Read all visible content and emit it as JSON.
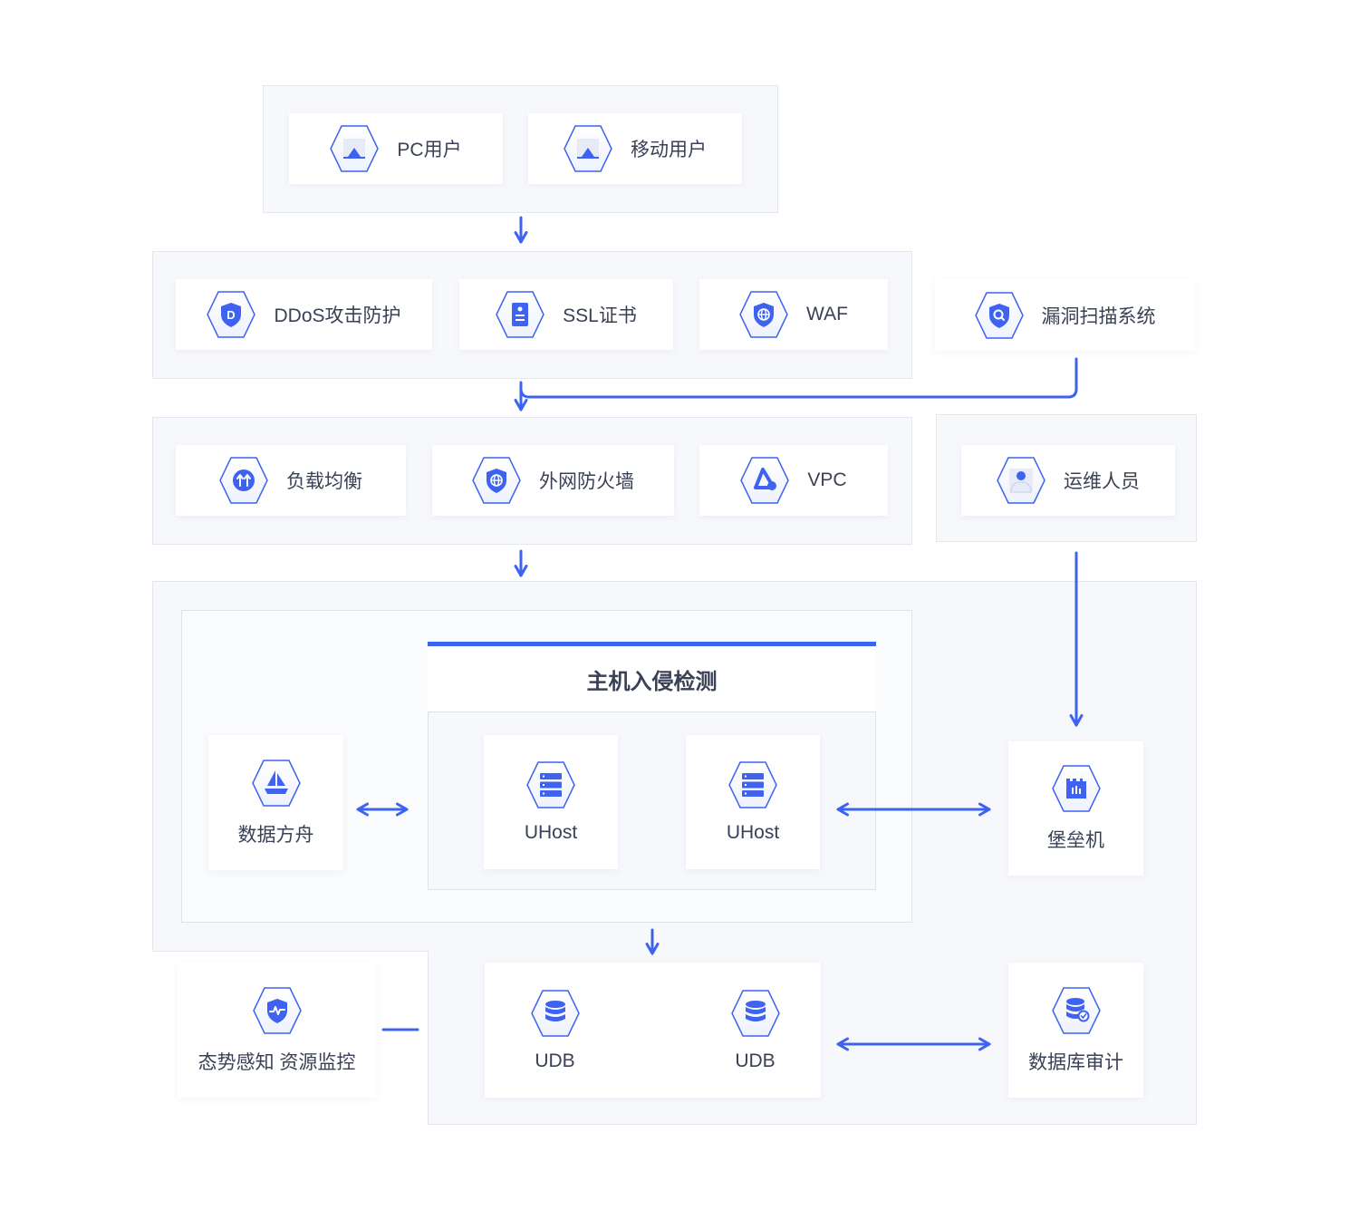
{
  "accent_color": "#3d63f0",
  "nodes": {
    "pc_user": {
      "label": "PC用户",
      "icon": "mountain-icon"
    },
    "mobile_user": {
      "label": "移动用户",
      "icon": "mountain-icon"
    },
    "ddos": {
      "label": "DDoS攻击防护",
      "icon": "shield-d-icon"
    },
    "ssl": {
      "label": "SSL证书",
      "icon": "certificate-icon"
    },
    "waf": {
      "label": "WAF",
      "icon": "globe-shield-icon"
    },
    "vuln_scan": {
      "label": "漏洞扫描系统",
      "icon": "search-shield-icon"
    },
    "load_balance": {
      "label": "负载均衡",
      "icon": "load-balance-icon"
    },
    "firewall": {
      "label": "外网防火墙",
      "icon": "globe-shield-icon"
    },
    "vpc": {
      "label": "VPC",
      "icon": "cloud-icon"
    },
    "ops_staff": {
      "label": "运维人员",
      "icon": "person-icon"
    },
    "hids_title": {
      "label": "主机入侵检测"
    },
    "data_ark": {
      "label": "数据方舟",
      "icon": "sailboat-icon"
    },
    "uhost_1": {
      "label": "UHost",
      "icon": "server-icon"
    },
    "uhost_2": {
      "label": "UHost",
      "icon": "server-icon"
    },
    "bastion": {
      "label": "堡垒机",
      "icon": "castle-icon"
    },
    "monitor": {
      "label": "态势感知 资源监控",
      "icon": "heartbeat-shield-icon"
    },
    "udb_1": {
      "label": "UDB",
      "icon": "database-icon"
    },
    "udb_2": {
      "label": "UDB",
      "icon": "database-icon"
    },
    "db_audit": {
      "label": "数据库审计",
      "icon": "database-audit-icon"
    }
  }
}
